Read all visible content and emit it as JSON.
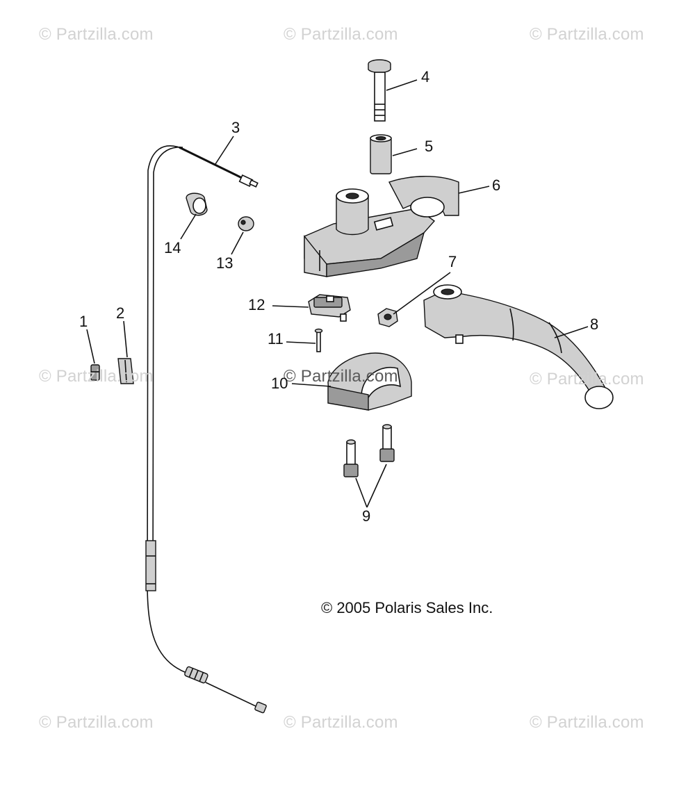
{
  "watermarks": [
    "© Partzilla.com",
    "© Partzilla.com",
    "© Partzilla.com",
    "© Partzilla.com",
    "© Partzilla.com",
    "© Partzilla.com",
    "© Partzilla.com",
    "© Partzilla.com",
    "© Partzilla.com"
  ],
  "copyright": "© 2005 Polaris Sales Inc.",
  "callouts": [
    "1",
    "2",
    "3",
    "4",
    "5",
    "6",
    "7",
    "8",
    "9",
    "10",
    "11",
    "12",
    "13",
    "14"
  ]
}
